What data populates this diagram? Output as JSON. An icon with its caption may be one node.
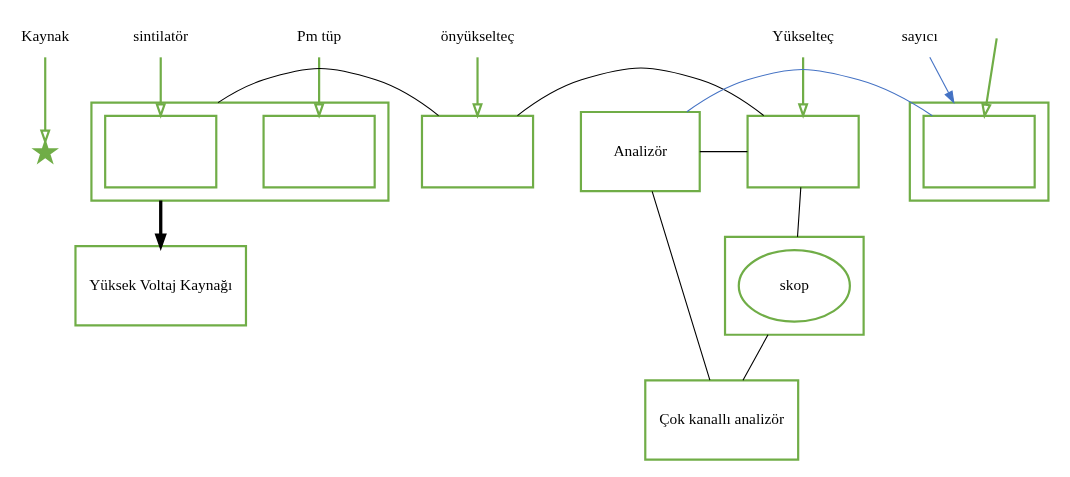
{
  "diagram": {
    "nodes": [
      {
        "text": [
          "Kaynak"
        ]
      },
      {
        "text": [],
        "shape": "star"
      },
      {
        "text": [
          "sintilatör"
        ]
      },
      {
        "text": [
          "Pm tüp"
        ]
      },
      {
        "text": [
          "önyükselteç"
        ]
      },
      {
        "text": [
          "Yükselteç"
        ]
      },
      {
        "text": [
          "sayıcı"
        ]
      },
      {
        "text": [],
        "shape": "box"
      },
      {
        "text": [],
        "shape": "box",
        "in": 7
      },
      {
        "text": [],
        "shape": "box",
        "in": 7
      },
      {
        "text": [],
        "shape": "box"
      },
      {
        "text": [],
        "shape": "box"
      },
      {
        "text": [],
        "shape": "box"
      },
      {
        "text": [],
        "shape": "box",
        "in": 12
      },
      {
        "text": [
          "Analizör"
        ]
      },
      {
        "text": [],
        "shape": "box"
      },
      {
        "text": [
          "skop"
        ],
        "in": 15
      },
      {
        "text": [
          "Çok kanallı analizör"
        ]
      },
      {
        "text": [
          "Yüksek Voltaj Kaynağı"
        ]
      }
    ],
    "edges": [
      {
        "from": 0,
        "to": 1,
        "arrow": "to",
        "color": "#70ad47"
      },
      {
        "from": 2,
        "to": 8,
        "arrow": "to",
        "color": "#70ad47"
      },
      {
        "from": 3,
        "to": 9,
        "arrow": "to",
        "color": "#70ad47"
      },
      {
        "from": 4,
        "to": 10,
        "arrow": "to",
        "color": "#70ad47"
      },
      {
        "from": 5,
        "to": 11,
        "arrow": "to",
        "color": "#70ad47"
      },
      {
        "from": 6,
        "to": 12,
        "arrow": "to",
        "color": "#4472c4"
      },
      {
        "from": null,
        "to": 13,
        "arrow": "to",
        "color": "#70ad47"
      },
      {
        "from": 7,
        "to": 10,
        "arrow": "none",
        "color": "#000000"
      },
      {
        "from": 10,
        "to": 11,
        "arrow": "none",
        "color": "#000000"
      },
      {
        "from": 11,
        "to": 14,
        "arrow": "none",
        "color": "#000000"
      },
      {
        "from": 13,
        "to": 14,
        "arrow": "none",
        "color": "#4472c4"
      },
      {
        "from": 14,
        "to": 17,
        "arrow": "none",
        "color": "#000000"
      },
      {
        "from": 11,
        "to": 15,
        "arrow": "none",
        "color": "#000000"
      },
      {
        "from": 15,
        "to": 17,
        "arrow": "none",
        "color": "#000000"
      },
      {
        "from": 7,
        "to": 18,
        "arrow": "to",
        "style": "thick",
        "color": "#000000"
      }
    ]
  }
}
